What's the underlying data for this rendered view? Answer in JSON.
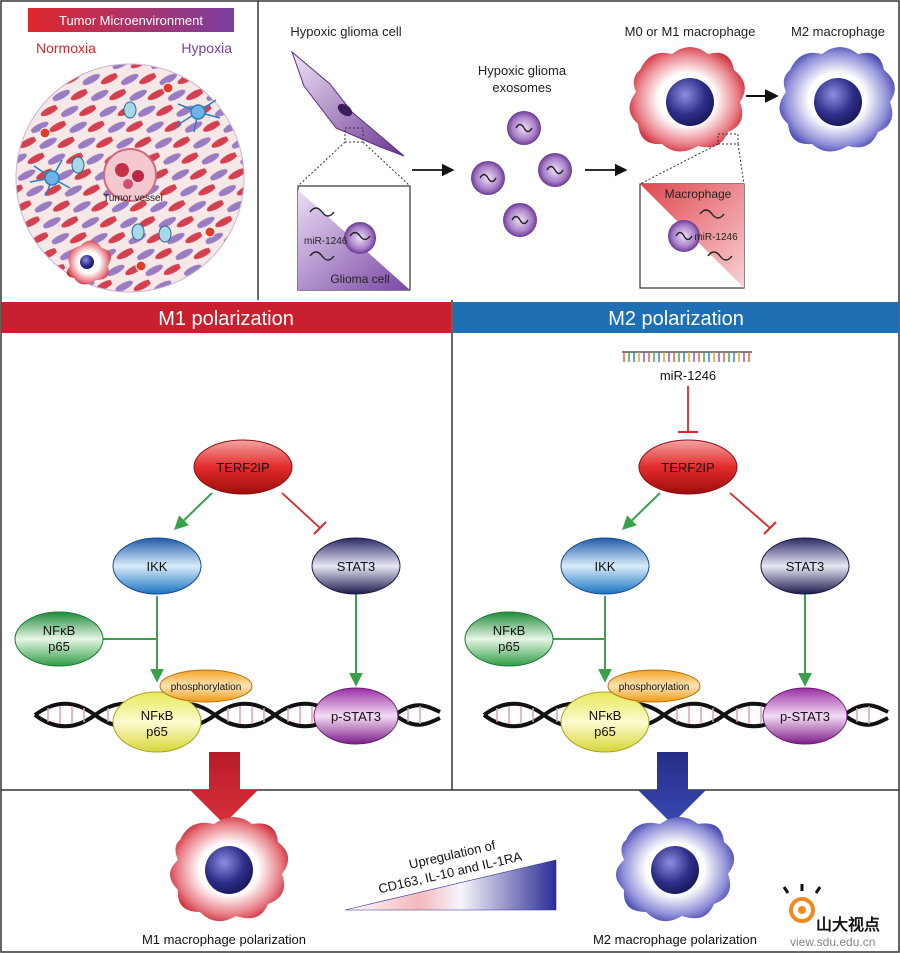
{
  "colors": {
    "m1_red": "#c8202e",
    "m2_blue": "#1f6fb5",
    "glioma_purple": "#7b4aa2",
    "activation_green": "#3aa04a",
    "inhibition_red": "#d62828"
  },
  "top_left": {
    "banner": "Tumor Microenvironment",
    "normoxia": "Normoxia",
    "hypoxia": "Hypoxia",
    "vessel": "Tumor vessel"
  },
  "top_right": {
    "glioma_cell_title": "Hypoxic glioma cell",
    "exosomes_title_line1": "Hypoxic glioma",
    "exosomes_title_line2": "exosomes",
    "m0m1_title": "M0 or M1 macrophage",
    "m2_title": "M2 macrophage",
    "glioma_inset_mir": "miR-1246",
    "glioma_inset_label": "Glioma cell",
    "macro_inset_label": "Macrophage",
    "macro_inset_mir": "miR-1246"
  },
  "m1_panel": {
    "header": "M1 polarization",
    "terf2ip": "TERF2IP",
    "ikk": "IKK",
    "stat3": "STAT3",
    "nfkb_line1": "NFκB",
    "nfkb_line2": "p65",
    "phosphorylation": "phosphorylation",
    "nfkb_dna_line1": "NFκB",
    "nfkb_dna_line2": "p65",
    "pstat3": "p-STAT3"
  },
  "m2_panel": {
    "header": "M2 polarization",
    "mir": "miR-1246",
    "terf2ip": "TERF2IP",
    "ikk": "IKK",
    "stat3": "STAT3",
    "nfkb_line1": "NFκB",
    "nfkb_line2": "p65",
    "phosphorylation": "phosphorylation",
    "nfkb_dna_line1": "NFκB",
    "nfkb_dna_line2": "p65",
    "pstat3": "p-STAT3"
  },
  "bottom": {
    "m1_label": "M1 macrophage polarization",
    "m2_label": "M2 macrophage polarization",
    "upreg_line1": "Upregulation of",
    "upreg_line2": "CD163, IL-10 and IL-1RA"
  },
  "watermark": {
    "logo_text": "山大视点",
    "url": "view.sdu.edu.cn"
  }
}
